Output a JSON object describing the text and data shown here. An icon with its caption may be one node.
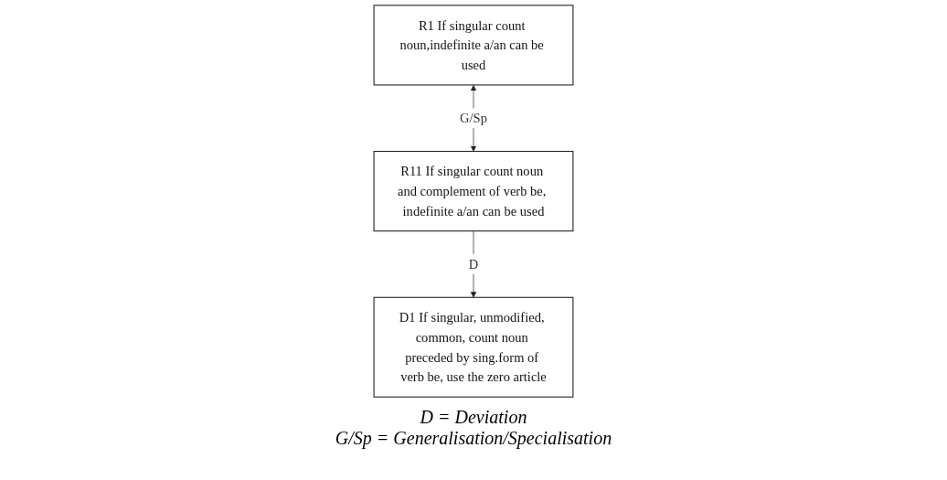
{
  "diagram": {
    "nodes": [
      {
        "text": [
          "R1 If singular count noun,indefinite a/an can be used"
        ]
      },
      {
        "text": [
          "R11 If singular count noun and complement of verb be, indefinite a/an can be used"
        ]
      },
      {
        "text": [
          "D1 If singular, unmodified, common, count noun preceded by sing.form of verb be, use the zero article"
        ]
      }
    ],
    "edges": [
      {
        "from": 0,
        "to": 1,
        "arrow": "both",
        "label": "G/Sp"
      },
      {
        "from": 1,
        "to": 2,
        "arrow": "to",
        "label": "D"
      }
    ],
    "labels": [
      "D = Deviation",
      "G/Sp = Generalisation/Specialisation"
    ]
  }
}
